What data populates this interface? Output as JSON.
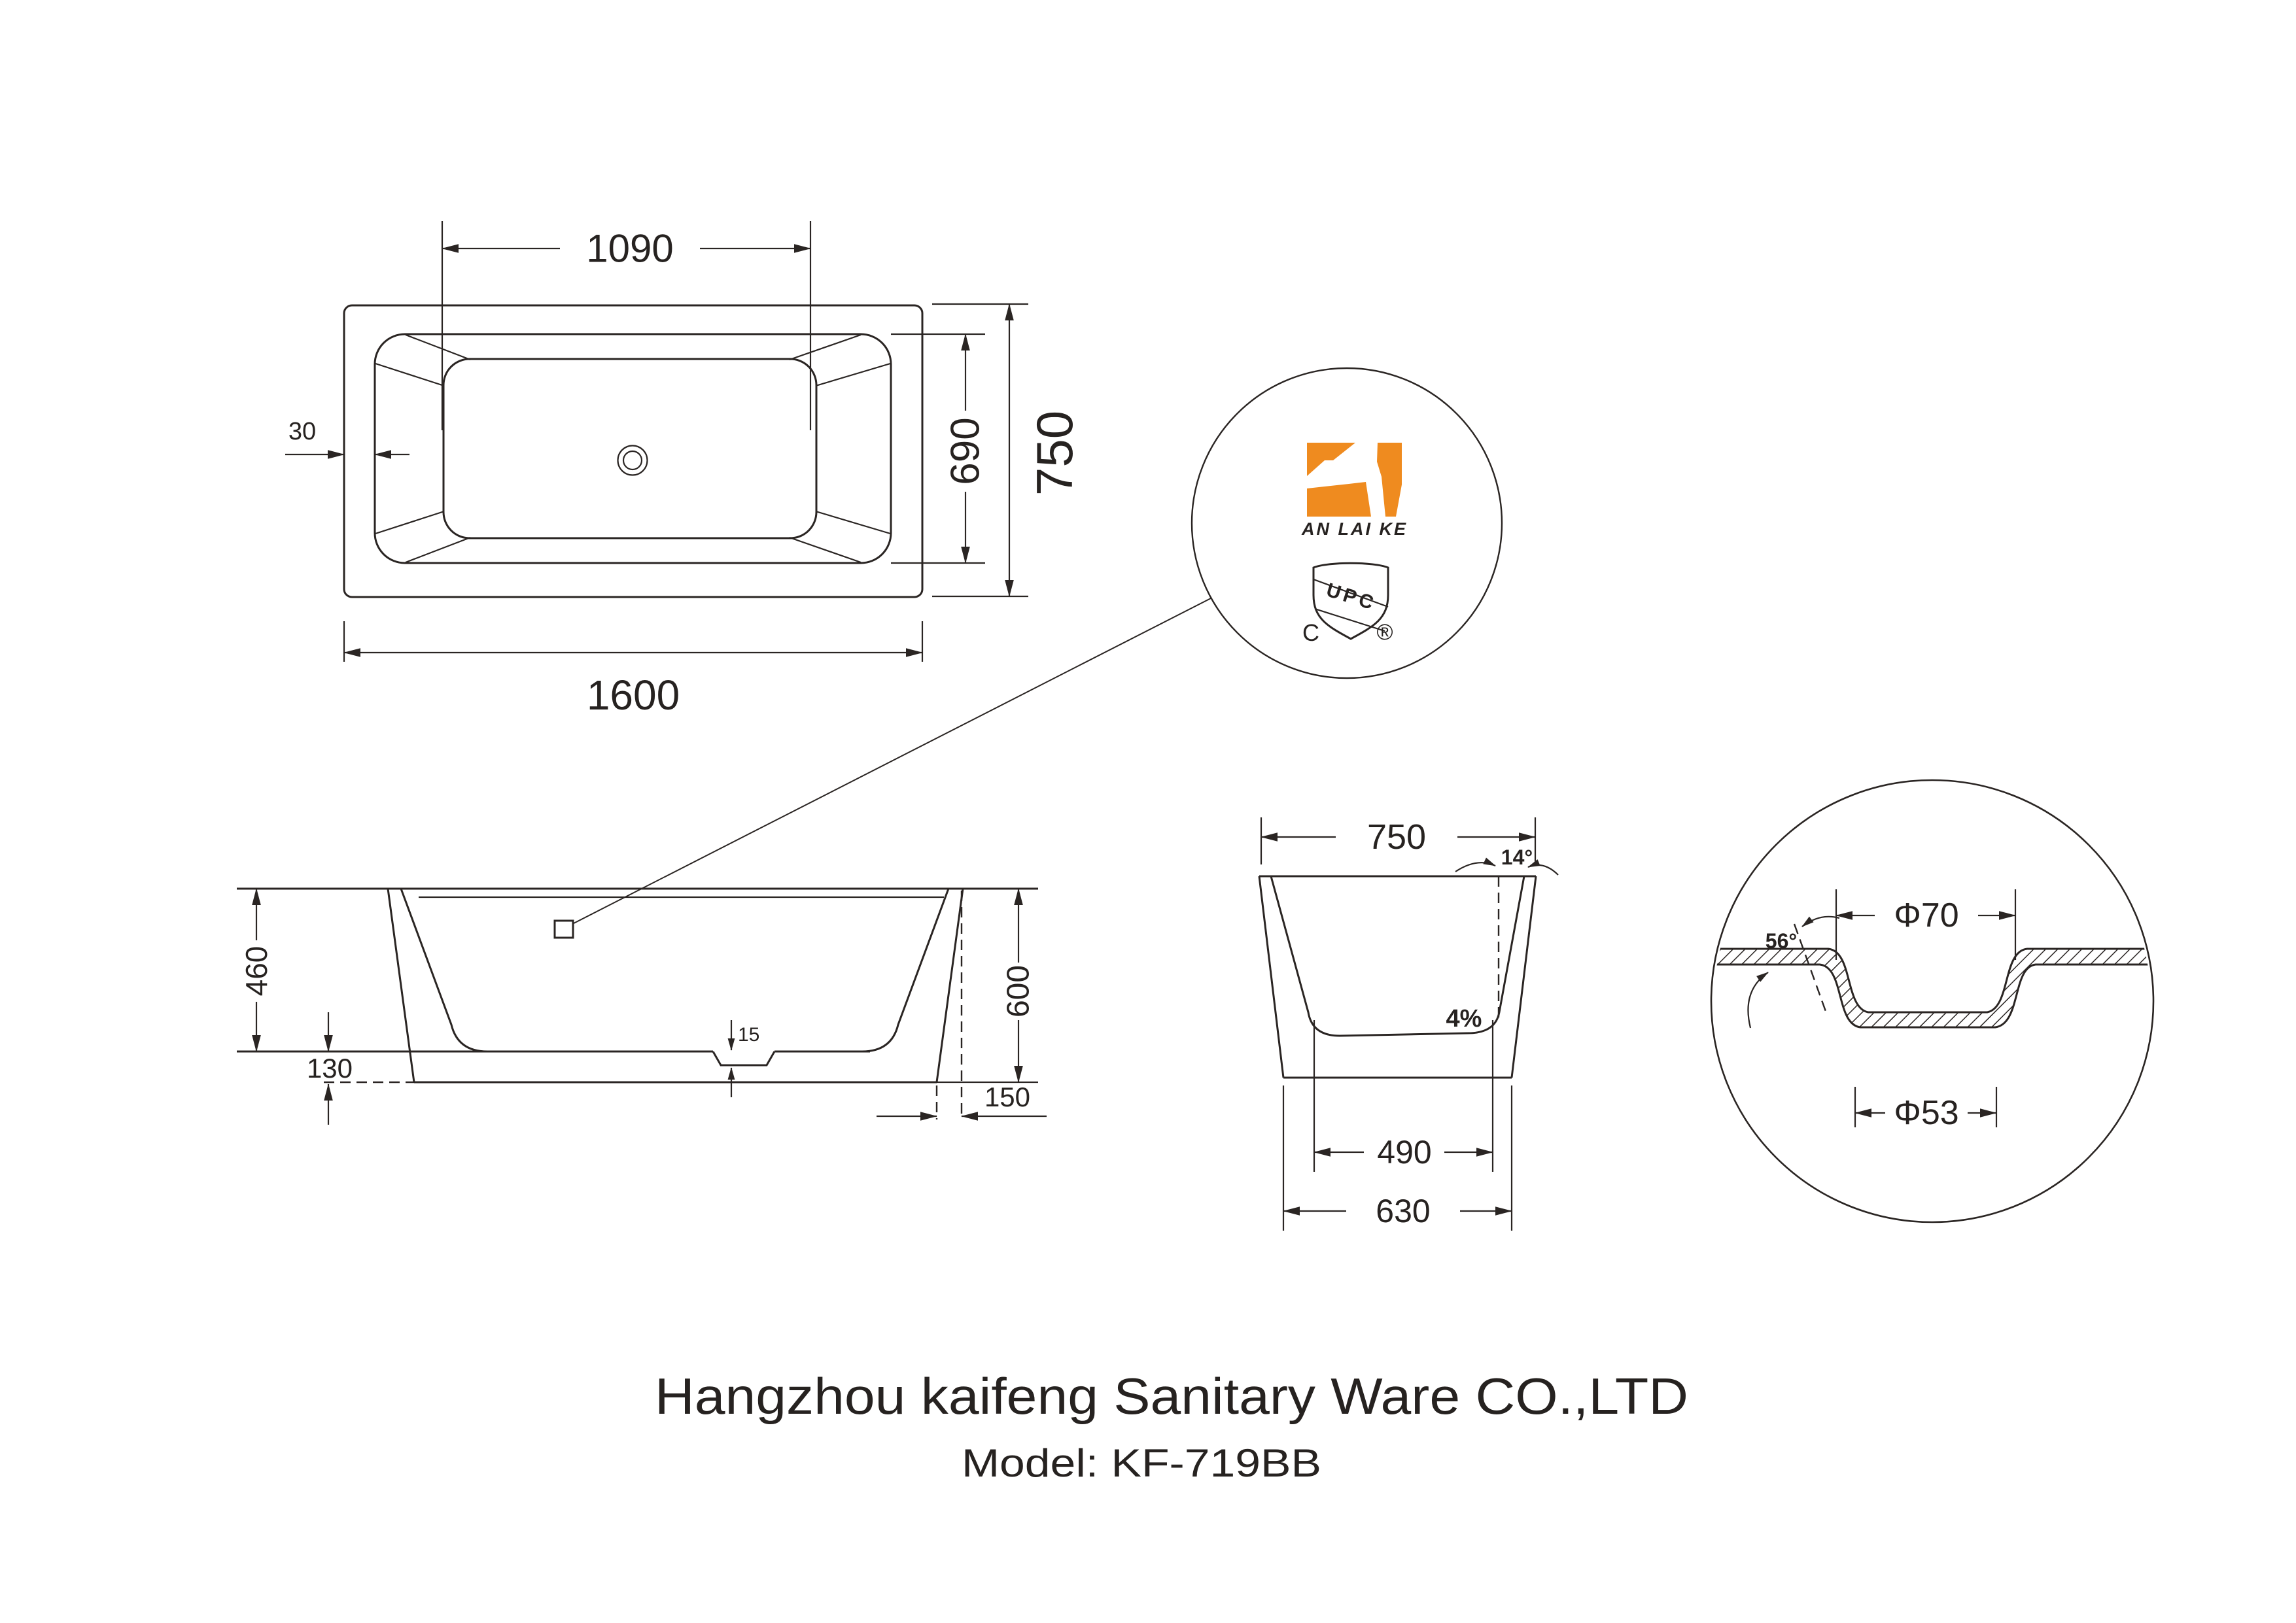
{
  "page": {
    "background": "#ffffff",
    "line_color": "#2A2523"
  },
  "brand_bubble": {
    "logo_text": "AN LAI KE",
    "shield_text": "UPC",
    "shield_left": "C",
    "shield_right": "®",
    "logo_color": "#EF8B1F"
  },
  "top_view": {
    "dim_inner_length": "1090",
    "dim_outer_length": "1600",
    "dim_outer_width": "750",
    "dim_inner_width": "690",
    "dim_rim_lip": "30"
  },
  "side_view": {
    "dim_depth": "460",
    "dim_skirt_height": "130",
    "dim_recess_depth": "15",
    "dim_total_height": "600",
    "dim_base_inset": "150"
  },
  "end_view": {
    "dim_outer_width": "750",
    "dim_wall_angle": "14°",
    "dim_floor_slope": "4%",
    "dim_floor_width": "490",
    "dim_base_width": "630"
  },
  "drain_detail": {
    "dim_recess_dia": "Φ70",
    "dim_hole_dia": "Φ53",
    "dim_slope_angle": "56°"
  },
  "footer": {
    "company": "Hangzhou kaifeng Sanitary Ware CO.,LTD",
    "model": "Model: KF-719BB"
  }
}
